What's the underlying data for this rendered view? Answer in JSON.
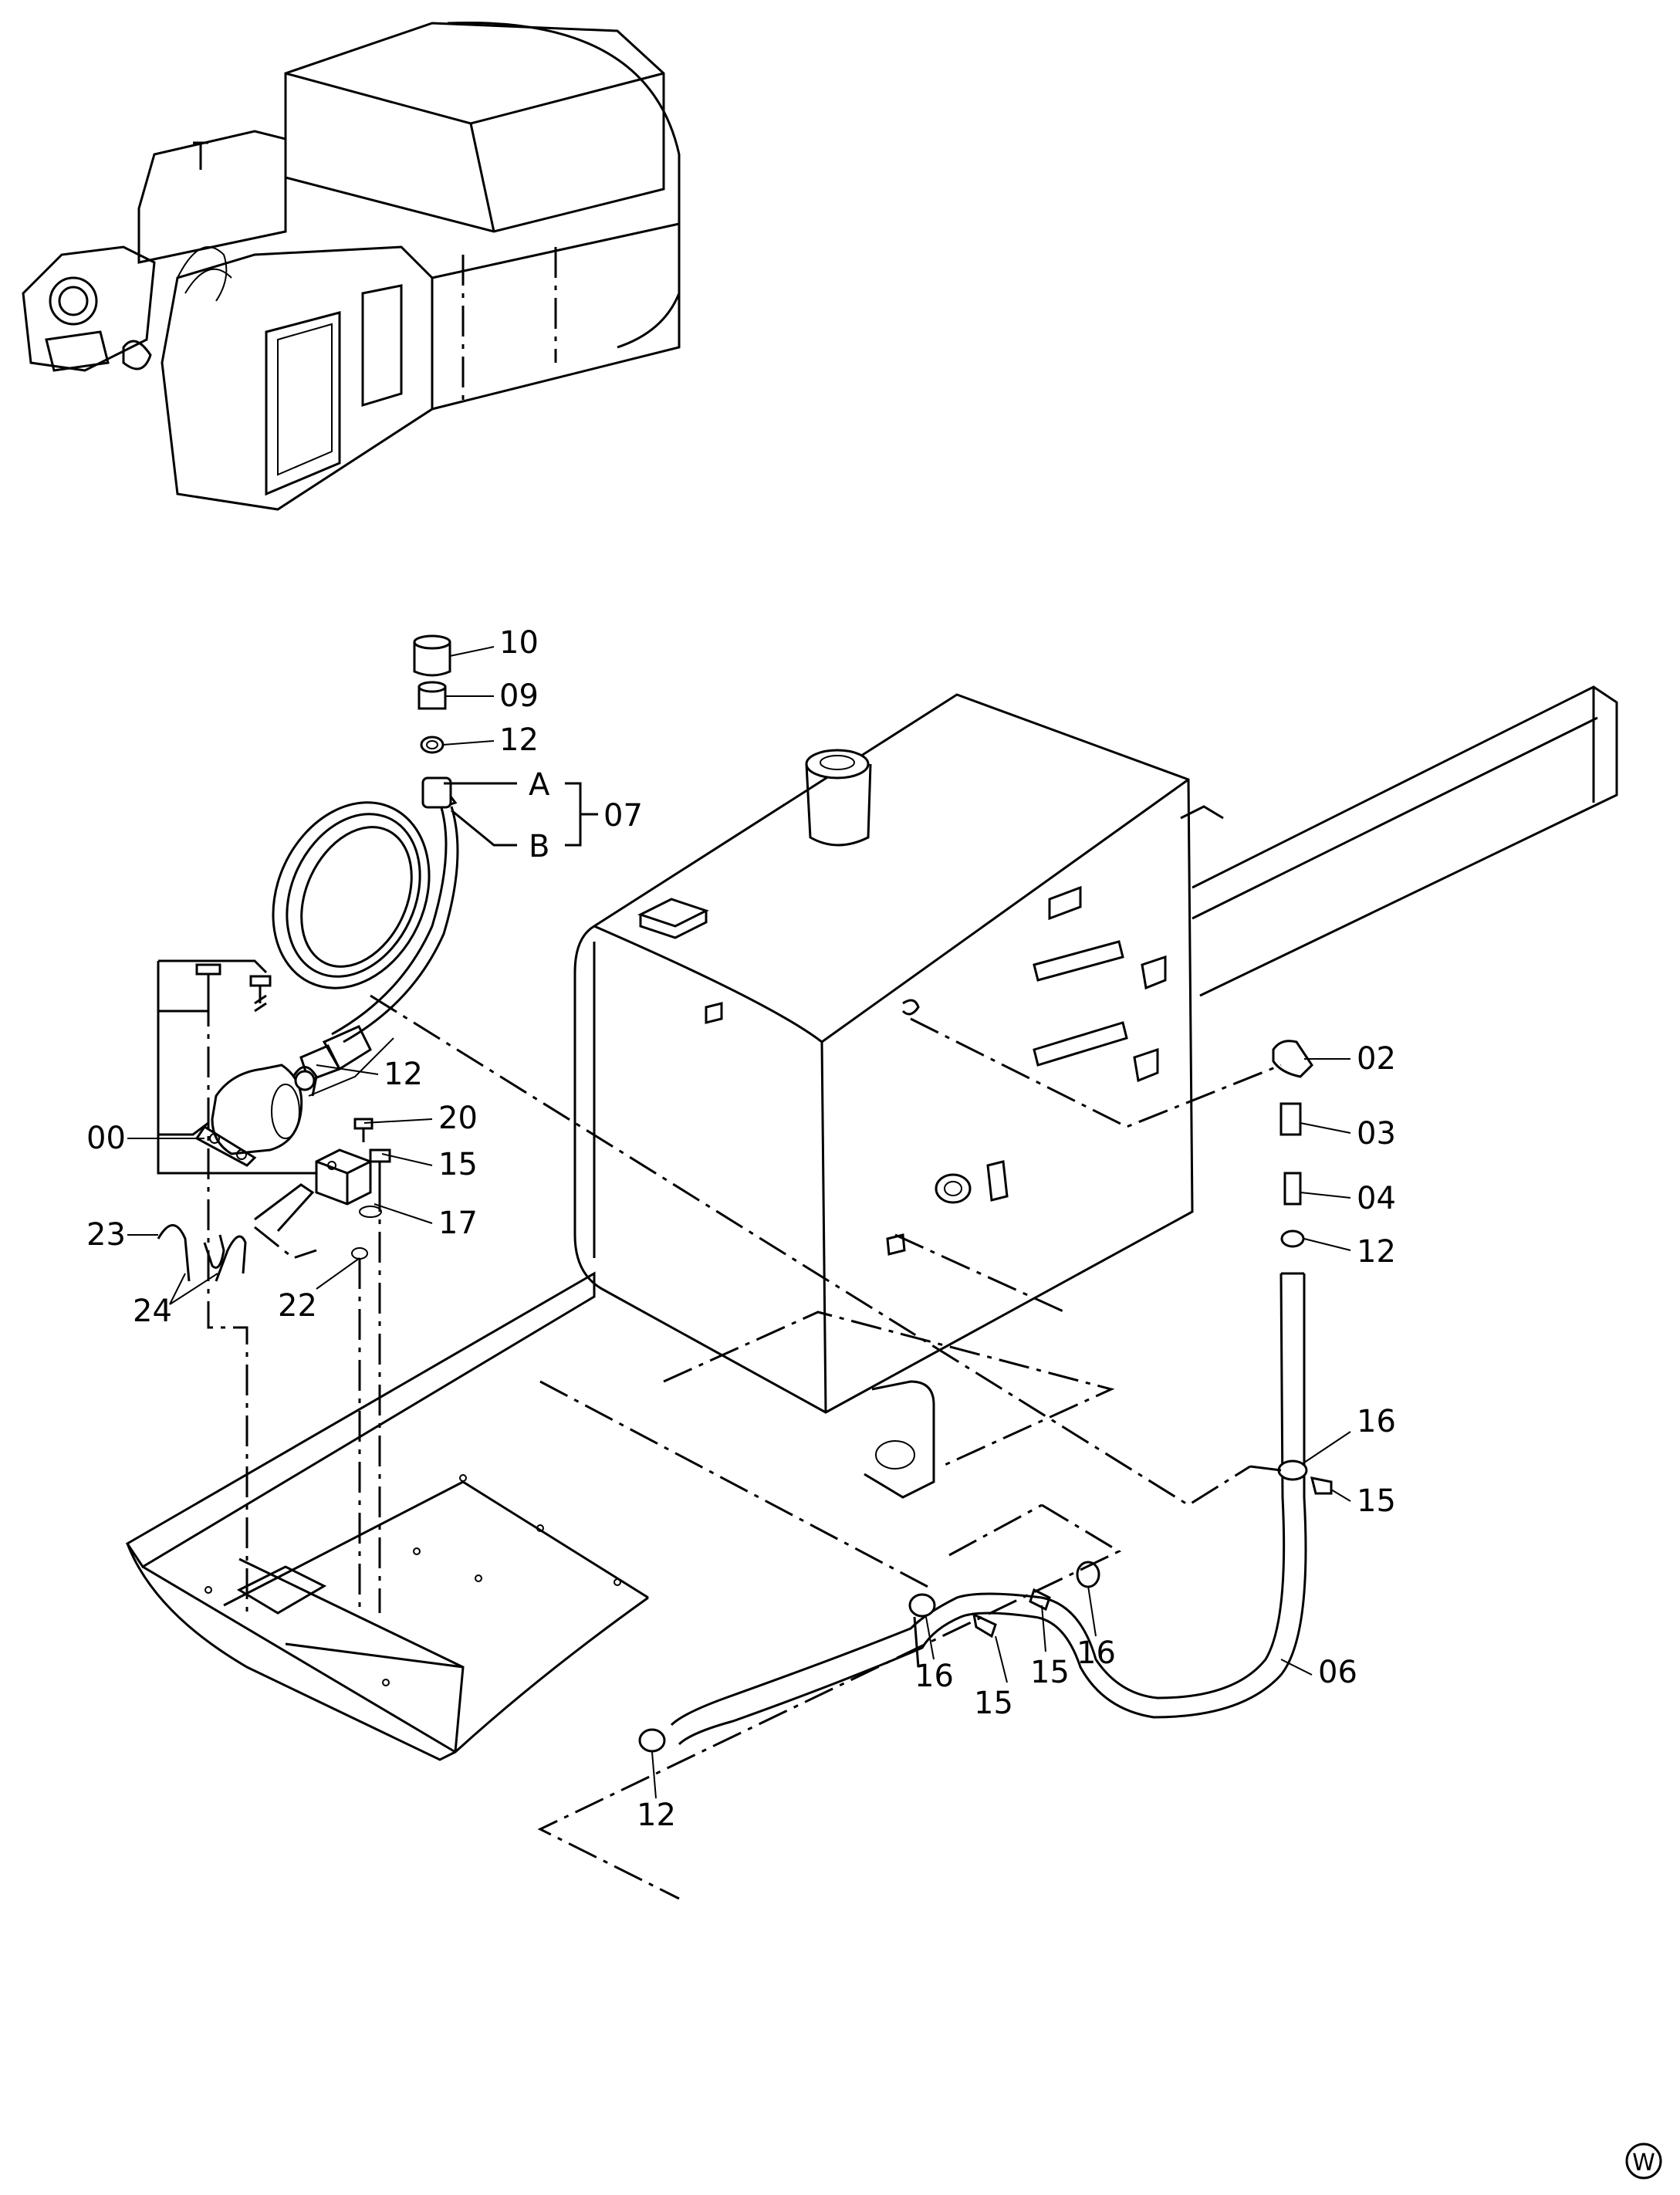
{
  "callouts": {
    "c10": "10",
    "c09": "09",
    "c12_top": "12",
    "cA": "A",
    "cB": "B",
    "c07": "07",
    "c12_pump": "12",
    "c20": "20",
    "c00": "00",
    "c15_pump": "15",
    "c17": "17",
    "c23": "23",
    "c24": "24",
    "c22": "22",
    "c02": "02",
    "c03": "03",
    "c04": "04",
    "c12_right": "12",
    "c16_right": "16",
    "c15_right": "15",
    "c06": "06",
    "c16_mid": "16",
    "c15_mid": "15",
    "c15_mid2": "15",
    "c16_mid2": "16",
    "c12_bottom": "12"
  },
  "corner_mark": "W"
}
